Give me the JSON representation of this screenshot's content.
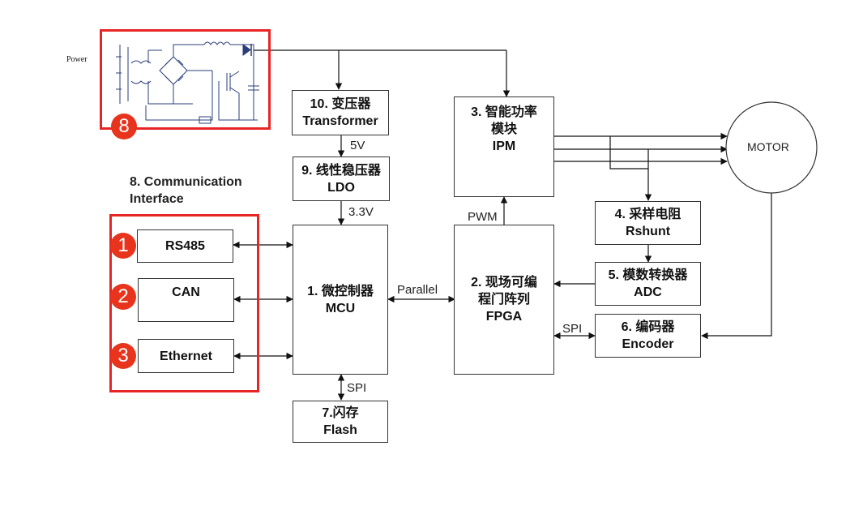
{
  "power_label": "Power",
  "communication_interface": {
    "title_line1": "8. Communication",
    "title_line2": "Interface",
    "items": [
      {
        "badge": "1",
        "label": "RS485"
      },
      {
        "badge": "2",
        "label": "CAN"
      },
      {
        "badge": "3",
        "label": "Ethernet"
      }
    ]
  },
  "power_badge": "8",
  "blocks": {
    "transformer": {
      "line1": "10. 变压器",
      "line2": "Transformer"
    },
    "ldo": {
      "line1": "9. 线性稳压器",
      "line2": "LDO"
    },
    "mcu": {
      "line1": "1. 微控制器",
      "line2": "MCU"
    },
    "flash": {
      "line1": "7.闪存",
      "line2": "Flash"
    },
    "ipm": {
      "line1": "3. 智能功率",
      "line2": "模块",
      "line3": "IPM"
    },
    "fpga": {
      "line1": "2. 现场可编",
      "line2": "程门阵列",
      "line3": "FPGA"
    },
    "rshunt": {
      "line1": "4. 采样电阻",
      "line2": "Rshunt"
    },
    "adc": {
      "line1": "5. 模数转换器",
      "line2": "ADC"
    },
    "encoder": {
      "line1": "6. 编码器",
      "line2": "Encoder"
    },
    "motor": {
      "label": "MOTOR"
    }
  },
  "connection_labels": {
    "v5": "5V",
    "v33": "3.3V",
    "parallel": "Parallel",
    "pwm": "PWM",
    "spi_flash": "SPI",
    "spi_encoder": "SPI"
  },
  "colors": {
    "highlight": "#e82525",
    "badge": "#e8341c",
    "line": "#111111",
    "schematic": "#2a3f7a"
  }
}
